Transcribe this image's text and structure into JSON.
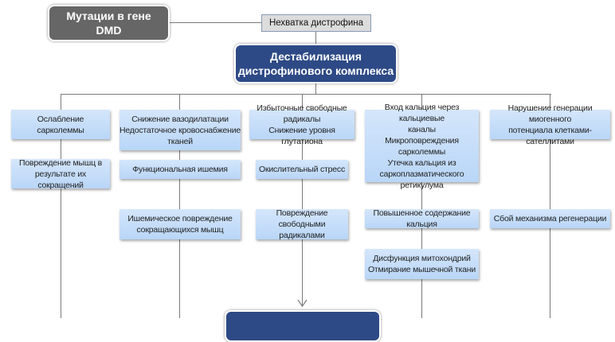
{
  "top": {
    "gene_mutation": [
      "Мутации в гене",
      "DMD"
    ],
    "dystrophin_deficit": "Нехватка дистрофина",
    "destabilization": [
      "Дестабилизация",
      "дистрофинового комплекса"
    ]
  },
  "columns": [
    {
      "id": "sarcolemma",
      "boxes": [
        [
          "Ослабление",
          "сарколеммы"
        ],
        [
          "Повреждение мышц в",
          "результате их сокращений"
        ]
      ]
    },
    {
      "id": "vasodilation",
      "boxes": [
        [
          "Снижение вазодилатации",
          "Недостаточное кровоснабжение",
          "тканей"
        ],
        [
          "Функциональная ишемия"
        ],
        [
          "Ишемическое повреждение",
          "сокращающихся мышц"
        ]
      ]
    },
    {
      "id": "free-radicals",
      "boxes": [
        [
          "Избыточные свободные радикалы",
          "Снижение уровня глутатиона"
        ],
        [
          "Окислительный стресс"
        ],
        [
          "Повреждение",
          "свободными радикалами"
        ]
      ]
    },
    {
      "id": "calcium",
      "boxes": [
        [
          "Вход кальция через кальциевые",
          "каналы",
          "Микроповреждения сарколеммы",
          "Утечка кальция из",
          "саркоплазматического",
          "ретикулума"
        ],
        [
          "Повышенное содержание кальция"
        ],
        [
          "Дисфункция митохондрий",
          "Отмирание мышечной ткани"
        ]
      ]
    },
    {
      "id": "regeneration",
      "boxes": [
        [
          "Нарушение генерации миогенного",
          "потенциала клетками-сателлитами"
        ],
        [
          "Сбой механизма регенерации"
        ]
      ]
    }
  ],
  "colors": {
    "gene_box": "#666666",
    "destabilization_box": "#2e4a86",
    "effect_box": "#c6defa",
    "connector": "#7a7a7a"
  }
}
